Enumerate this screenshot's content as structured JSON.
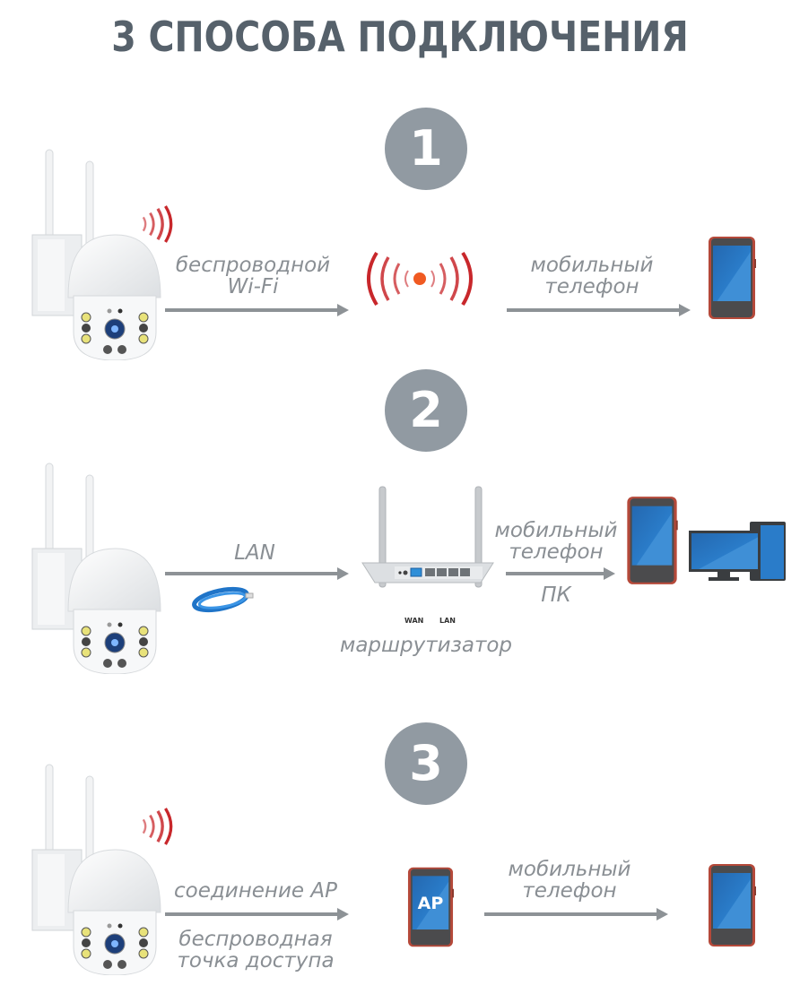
{
  "title": "3 СПОСОБА ПОДКЛЮЧЕНИЯ",
  "colors": {
    "title": "#56616b",
    "badge": "#919aa2",
    "label": "#8a8f94",
    "arrow": "#8d9296",
    "signal_red": "#c8272b",
    "screen_blue": "#2a7cc9",
    "phone_frame": "#b5493a"
  },
  "methods": [
    {
      "number": "1",
      "source_icon": "ptz-camera-icon",
      "signal_icon": "wifi-waves-icon",
      "link1_label_line1": "беспроводной",
      "link1_label_line2": "Wi-Fi",
      "middle_icon": "wireless-signal-icon",
      "link2_label_line1": "мобильный",
      "link2_label_line2": "телефон",
      "target_icon": "smartphone-icon"
    },
    {
      "number": "2",
      "source_icon": "ptz-camera-icon",
      "link1_label": "LAN",
      "cable_icon": "ethernet-cable-icon",
      "middle_icon": "router-icon",
      "middle_label": "маршрутизатор",
      "router_port_labels": [
        "WAN",
        "LAN"
      ],
      "link2_label_line1": "мобильный",
      "link2_label_line2": "телефон",
      "link2_label_below": "ПК",
      "target_icons": [
        "smartphone-icon",
        "desktop-pc-icon"
      ]
    },
    {
      "number": "3",
      "source_icon": "ptz-camera-icon",
      "signal_icon": "wifi-waves-icon",
      "link1_label_above": "соединение AP",
      "link1_label_below_line1": "беспроводная",
      "link1_label_below_line2": "точка доступа",
      "middle_icon": "smartphone-ap-icon",
      "middle_screen_text": "AP",
      "link2_label_line1": "мобильный",
      "link2_label_line2": "телефон",
      "target_icon": "smartphone-icon"
    }
  ]
}
